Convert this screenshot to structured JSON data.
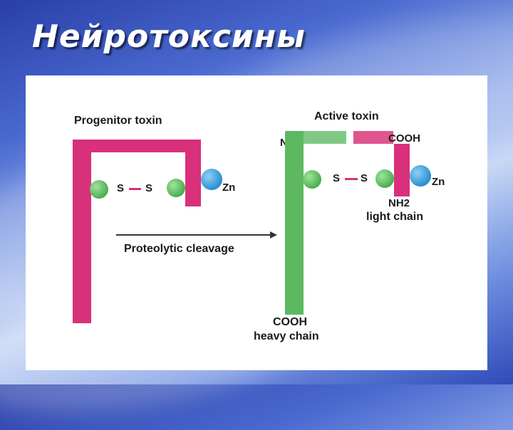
{
  "slide": {
    "title": "Нейротоксины"
  },
  "diagram": {
    "progenitor_label": "Progenitor toxin",
    "active_label": "Active toxin",
    "cleavage_label": "Proteolytic cleavage",
    "left_s1": "S",
    "left_s2": "S",
    "left_zn": "Zn",
    "right_s1": "S",
    "right_s2": "S",
    "right_zn": "Zn",
    "nh2_top": "NH2",
    "cooh_top": "COOH",
    "nh2_light": "NH2",
    "light_chain": "light chain",
    "cooh_heavy": "COOH",
    "heavy_chain": "heavy chain",
    "colors": {
      "heavy": "#5db862",
      "light": "#d8307a",
      "zinc": "#2b8fd0"
    }
  }
}
